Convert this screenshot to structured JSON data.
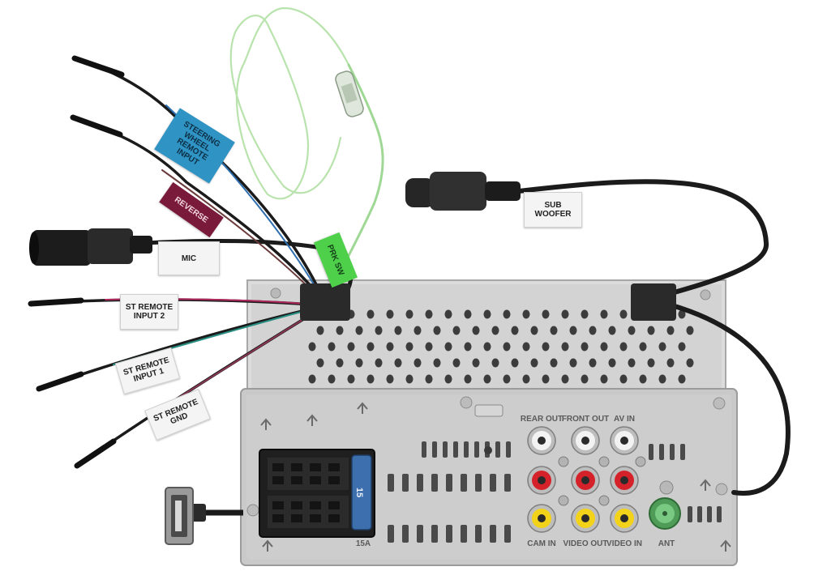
{
  "labels": {
    "steering": "STEERING\nWHEEL\nREMOTE\nINPUT",
    "reverse": "REVERSE",
    "mic": "MIC",
    "prk_sw": "PRK SW",
    "sub_woofer": "SUB\nWOOFER",
    "st_remote_2": "ST REMOTE\nINPUT 2",
    "st_remote_1": "ST REMOTE\nINPUT 1",
    "st_remote_gnd": "ST REMOTE\nGND"
  },
  "panel": {
    "rear_out": "REAR OUT",
    "front_out": "FRONT OUT",
    "av_in": "AV IN",
    "cam_in": "CAM IN",
    "video_out": "VIDEO OUT",
    "video_in": "VIDEO IN",
    "ant": "ANT",
    "fuse_rating": "15",
    "fuse_amp": "15A"
  },
  "colors": {
    "wire_black": "#1b1b1b",
    "wire_green": "#9fd894",
    "chassis": "#d8d8d8",
    "back_panel": "#c8c8c8",
    "rca_white": "#f2f2f2",
    "rca_red": "#d5222a",
    "rca_yellow": "#f3d21a",
    "ant_green": "#5ebc69"
  }
}
